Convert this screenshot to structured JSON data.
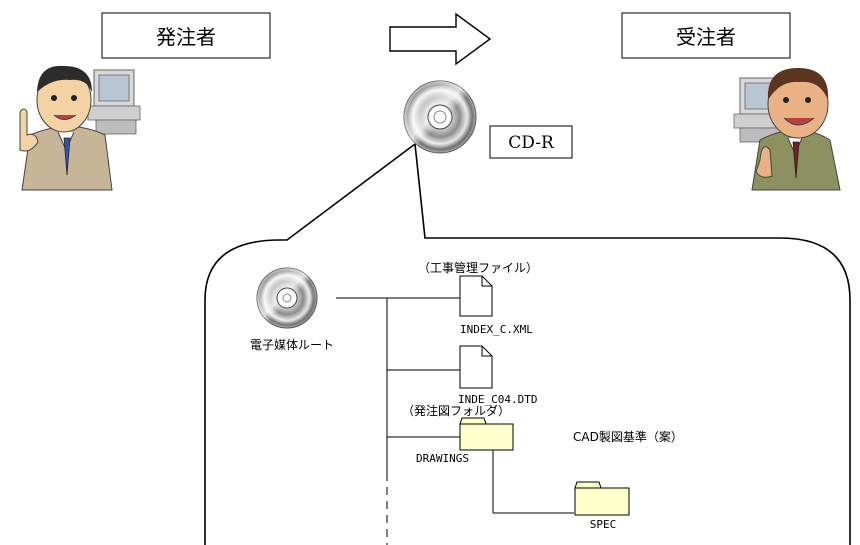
{
  "labels": {
    "orderer": "発注者",
    "contractor": "受注者",
    "media": "CD-R",
    "root": "電子媒体ルート",
    "mgmt_caption": "（工事管理ファイル）",
    "index_file": "INDEX_C.XML",
    "dtd_file": "INDE_C04.DTD",
    "folder_caption": "（発注図フォルダ）",
    "drawings_folder": "DRAWINGS",
    "cad_standard": "CAD製図基準（案）",
    "spec_folder": "SPEC"
  },
  "colors": {
    "line": "#000000",
    "folder_fill": "#ffffcc",
    "page_fill": "#ffffff"
  },
  "icons": [
    "person-left-icon",
    "person-right-icon",
    "arrow-right-icon",
    "cd-icon",
    "file-icon",
    "folder-icon"
  ]
}
